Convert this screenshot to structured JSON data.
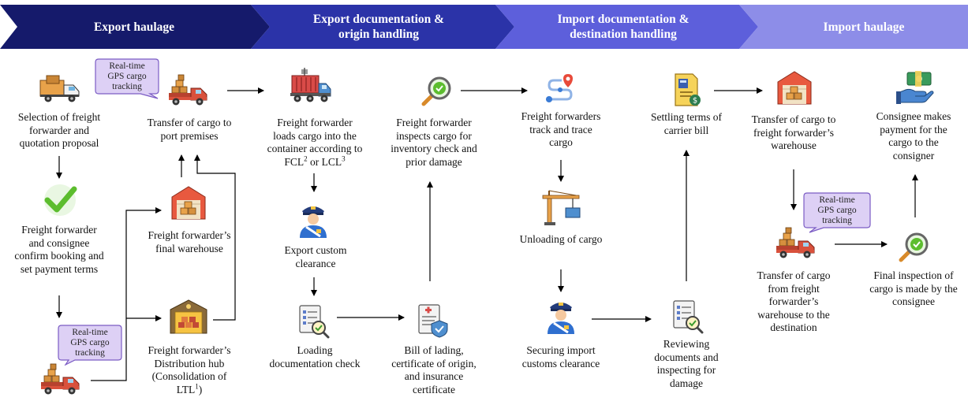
{
  "colors": {
    "phase_1": "#151a6b",
    "phase_2": "#2b33a8",
    "phase_3": "#5d5fdb",
    "phase_4": "#8d8de8",
    "bubble_fill": "#ddd0f5",
    "bubble_stroke": "#7b5cc4",
    "arrow": "#000000"
  },
  "phases": [
    {
      "title_line1": "Export haulage",
      "title_line2": ""
    },
    {
      "title_line1": "Export documentation &",
      "title_line2": "origin handling"
    },
    {
      "title_line1": "Import documentation &",
      "title_line2": "destination handling"
    },
    {
      "title_line1": "Import haulage",
      "title_line2": ""
    }
  ],
  "steps": {
    "selection": {
      "line1": "Selection of freight",
      "line2": "forwarder and",
      "line3": "quotation proposal",
      "icon": "delivery-truck-icon"
    },
    "booking": {
      "line1": "Freight forwarder",
      "line2": "and consignee",
      "line3": "confirm booking and",
      "line4": "set payment terms",
      "icon": "checkmark-icon"
    },
    "transfer_port": {
      "line1": "Transfer of cargo to",
      "line2": "port premises",
      "icon": "cargo-truck-icon"
    },
    "final_warehouse": {
      "line1": "Freight forwarder’s",
      "line2": "final warehouse",
      "icon": "warehouse-icon"
    },
    "distribution_hub": {
      "line1": "Freight forwarder’s",
      "line2": "Distribution hub",
      "line3": "(Consolidation of",
      "line4_text": "LTL",
      "line4_sup": "1",
      "line4_end": ")",
      "icon": "distribution-hub-icon"
    },
    "loads_container": {
      "line1": "Freight forwarder",
      "line2": "loads cargo into the",
      "line3": "container according to",
      "line4_a": "FCL",
      "line4_sup_a": "2",
      "line4_b": " or LCL",
      "line4_sup_b": "3",
      "icon": "container-truck-icon"
    },
    "export_custom": {
      "line1": "Export custom",
      "line2": "clearance",
      "icon": "customs-officer-icon"
    },
    "loading_doc": {
      "line1": "Loading",
      "line2": "documentation check",
      "icon": "document-check-icon"
    },
    "bill_lading": {
      "line1": "Bill of lading,",
      "line2": "certificate of origin,",
      "line3": "and insurance",
      "line4": "certificate",
      "icon": "certificate-shield-icon"
    },
    "inspects_cargo": {
      "line1": "Freight forwarder",
      "line2": "inspects cargo for",
      "line3": "inventory check and",
      "line4": "prior damage",
      "icon": "magnifier-check-icon"
    },
    "track_trace": {
      "line1": "Freight forwarders",
      "line2": "track and trace",
      "line3": "cargo",
      "icon": "route-tracking-icon"
    },
    "unloading": {
      "line1": "Unloading of cargo",
      "icon": "crane-icon"
    },
    "import_customs": {
      "line1": "Securing import",
      "line2": "customs clearance",
      "icon": "customs-officer-icon"
    },
    "reviewing": {
      "line1": "Reviewing",
      "line2": "documents and",
      "line3": "inspecting for",
      "line4": "damage",
      "icon": "document-check-icon"
    },
    "settling": {
      "line1": "Settling terms of",
      "line2": "carrier bill",
      "icon": "invoice-icon"
    },
    "transfer_ff_wh": {
      "line1": "Transfer of cargo to",
      "line2": "freight forwarder’s",
      "line3": "warehouse",
      "icon": "warehouse-icon"
    },
    "transfer_dest": {
      "line1": "Transfer of cargo",
      "line2": "from freight",
      "line3": "forwarder’s",
      "line4": "warehouse to the",
      "line5": "destination",
      "icon": "cargo-truck-icon"
    },
    "final_inspection": {
      "line1": "Final inspection of",
      "line2": "cargo is made by the",
      "line3": "consignee",
      "icon": "magnifier-check-icon"
    },
    "payment": {
      "line1": "Consignee makes",
      "line2": "payment for the",
      "line3": "cargo to the",
      "line4": "consigner",
      "icon": "payment-hand-icon"
    },
    "truck_bottom": {
      "icon": "cargo-truck-icon"
    }
  },
  "gps_bubbles": [
    {
      "line1": "Real-time",
      "line2": "GPS cargo",
      "line3": "tracking"
    },
    {
      "line1": "Real-time",
      "line2": "GPS cargo",
      "line3": "tracking"
    },
    {
      "line1": "Real-time",
      "line2": "GPS cargo",
      "line3": "tracking"
    }
  ]
}
